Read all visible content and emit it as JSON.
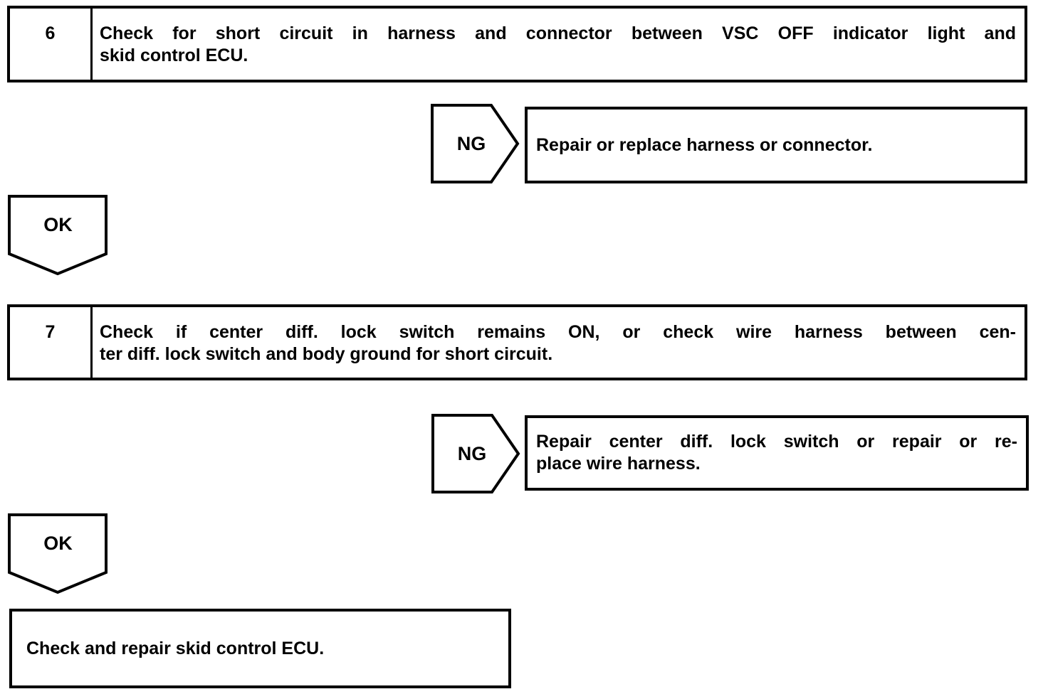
{
  "colors": {
    "ink": "#000000",
    "paper": "#ffffff"
  },
  "steps": [
    {
      "number": "6",
      "lines": [
        "Check for short circuit in harness and connector between VSC OFF indicator light and",
        "skid control ECU."
      ],
      "ng_label": "NG",
      "ng_action_lines": [
        "Repair or replace harness or connector."
      ],
      "ok_label": "OK"
    },
    {
      "number": "7",
      "lines": [
        "Check if center diff. lock switch remains ON, or check wire harness between cen-",
        "ter diff. lock switch and body ground for short circuit."
      ],
      "ng_label": "NG",
      "ng_action_lines": [
        "Repair center diff. lock switch or repair or re-",
        "place wire harness."
      ],
      "ok_label": "OK"
    }
  ],
  "final": {
    "text": "Check and repair skid control ECU."
  }
}
